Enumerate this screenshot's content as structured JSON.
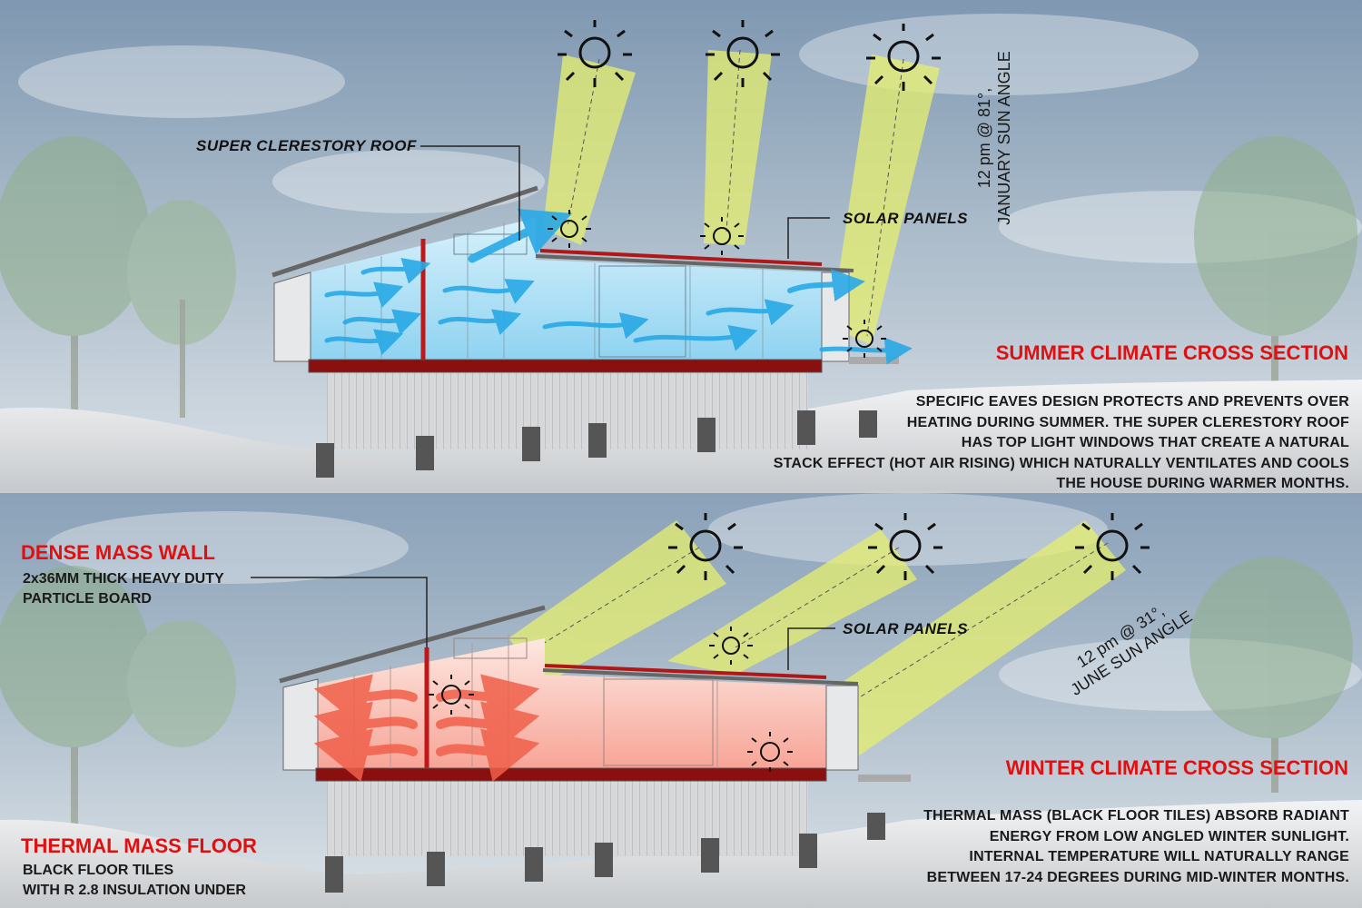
{
  "summer": {
    "title": "SUMMER CLIMATE CROSS SECTION",
    "callout_roof": "SUPER CLERESTORY ROOF",
    "callout_solar": "SOLAR PANELS",
    "sun_angle_line1": "12 pm @ 81°,",
    "sun_angle_line2": "JANUARY SUN ANGLE",
    "description": [
      "SPECIFIC EAVES DESIGN PROTECTS AND PREVENTS OVER",
      "HEATING DURING SUMMER.  THE SUPER CLERESTORY ROOF",
      "HAS TOP LIGHT WINDOWS  THAT CREATE A NATURAL",
      "STACK EFFECT (HOT AIR RISING) WHICH  NATURALLY VENTILATES AND COOLS",
      "THE  HOUSE DURING WARMER MONTHS."
    ]
  },
  "winter": {
    "title": "WINTER CLIMATE CROSS SECTION",
    "callout_solar": "SOLAR PANELS",
    "sun_angle_line1": "12 pm @ 31°,",
    "sun_angle_line2": "JUNE SUN ANGLE",
    "wall_heading": "DENSE MASS WALL",
    "wall_line1": "2x36MM THICK HEAVY DUTY",
    "wall_line2": "PARTICLE BOARD",
    "floor_heading": "THERMAL MASS FLOOR",
    "floor_line1": "BLACK FLOOR TILES",
    "floor_line2": "WITH  R 2.8 INSULATION UNDER",
    "description": [
      "THERMAL MASS (BLACK FLOOR TILES) ABSORB RADIANT",
      "ENERGY FROM LOW ANGLED  WINTER SUNLIGHT.",
      "INTERNAL TEMPERATURE WILL NATURALLY RANGE",
      "BETWEEN 17-24 DEGREES DURING MID-WINTER MONTHS."
    ]
  },
  "colors": {
    "alert_red": "#e01010",
    "cool_air": "#29a9e6",
    "warm_air": "#f0604a",
    "sunbeam": "#e9f07a",
    "structure_red": "#b01818",
    "sky": "#9fb4c7"
  }
}
